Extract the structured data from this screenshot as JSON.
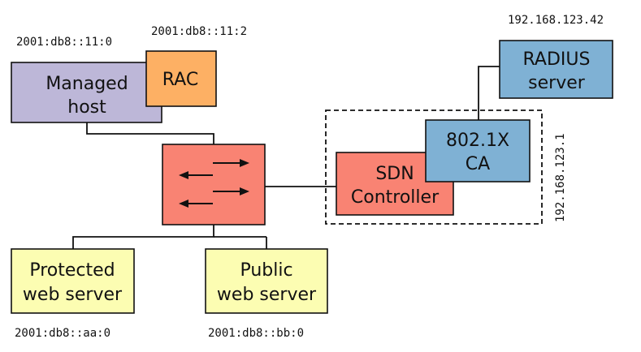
{
  "colors": {
    "managed_host": "#bdb7d8",
    "rac": "#fdb064",
    "switch": "#f98373",
    "sdn_controller": "#f98373",
    "ca": "#7fb1d4",
    "radius": "#7fb1d4",
    "web_server": "#fcfdb2"
  },
  "icons": {
    "switch": "switch-arrows-icon"
  },
  "nodes": {
    "managed_host": {
      "line1": "Managed",
      "line2": "host",
      "address": "2001:db8::11:0"
    },
    "rac": {
      "label": "RAC",
      "address": "2001:db8::11:2"
    },
    "switch": {},
    "sdn_controller": {
      "line1": "SDN",
      "line2": "Controller"
    },
    "ca": {
      "line1": "802.1X",
      "line2": "CA"
    },
    "controller_group": {
      "address": "192.168.123.1"
    },
    "radius": {
      "line1": "RADIUS",
      "line2": "server",
      "address": "192.168.123.42"
    },
    "protected_web": {
      "line1": "Protected",
      "line2": "web server",
      "address": "2001:db8::aa:0"
    },
    "public_web": {
      "line1": "Public",
      "line2": "web server",
      "address": "2001:db8::bb:0"
    }
  }
}
